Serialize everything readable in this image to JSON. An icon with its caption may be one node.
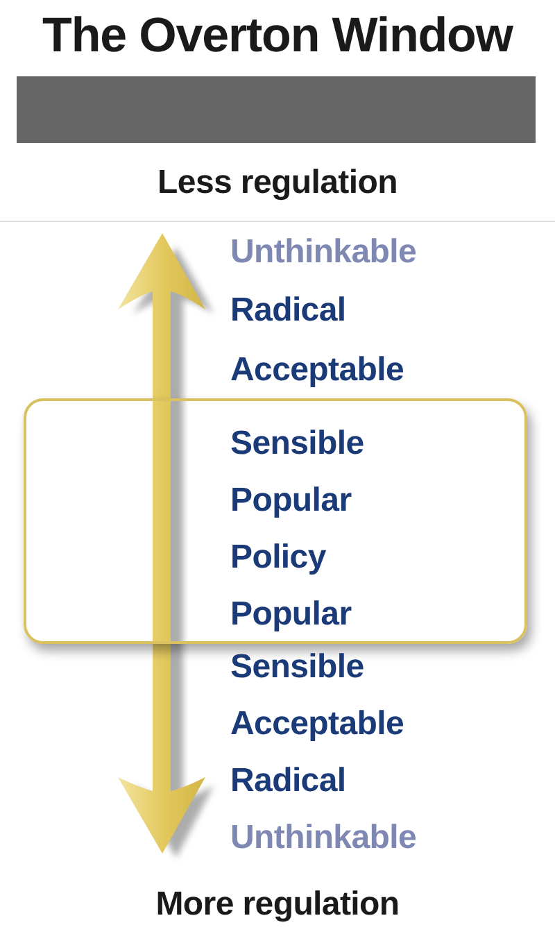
{
  "diagram": {
    "title": "The Overton Window",
    "nodes": [
      {
        "text": [
          "Sensible",
          "Popular",
          "Policy",
          "Popular"
        ]
      }
    ],
    "labels": [
      "Less regulation",
      "Unthinkable",
      "Radical",
      "Acceptable",
      "Sensible",
      "Acceptable",
      "Radical",
      "Unthinkable",
      "More regulation"
    ]
  }
}
